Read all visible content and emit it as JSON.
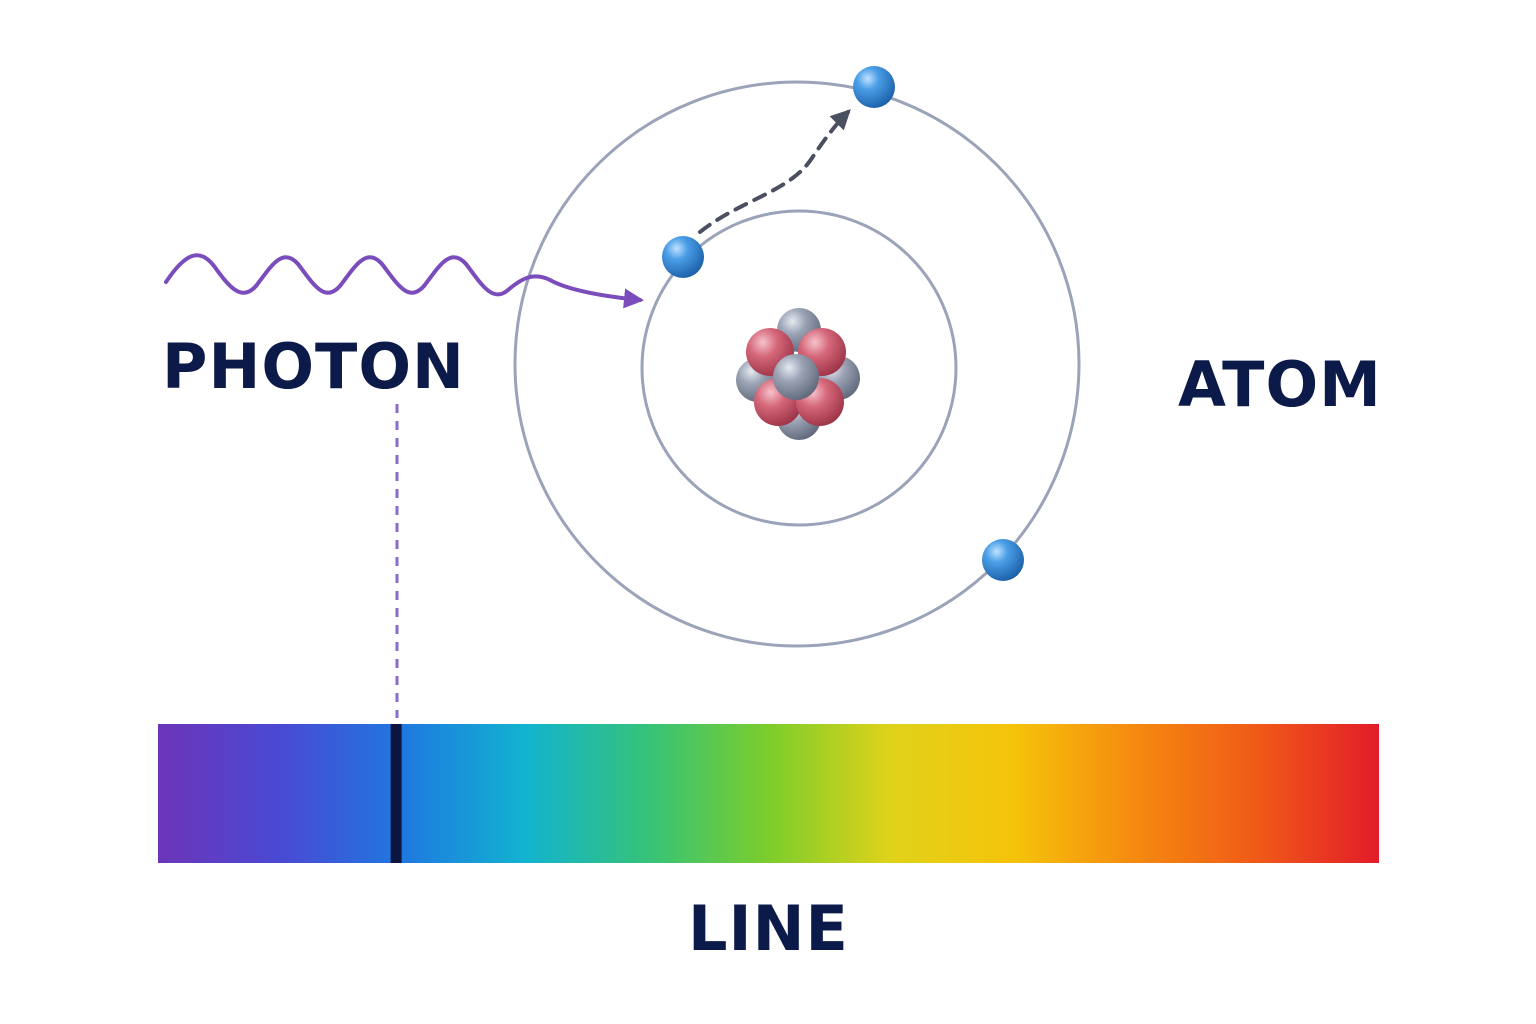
{
  "labels": {
    "photon": "PHOTON",
    "atom": "ATOM",
    "line": "LINE"
  },
  "colors": {
    "label_text": "#0c1a4a",
    "photon_wave": "#7a4cbc",
    "orbit": "#9aa3b8",
    "electron": "#2f86d8",
    "proton": "#d05a6e",
    "neutron": "#8e96aa",
    "jump_arrow": "#4a5060",
    "absorption_line": "#0b1540"
  },
  "spectrum": {
    "gradient_stops": [
      "#6c35b8",
      "#4a49d4",
      "#1f78e0",
      "#12b3d0",
      "#35c27a",
      "#7ccd2c",
      "#e0d21a",
      "#f5c40a",
      "#f58a10",
      "#f05a18",
      "#e21c2a"
    ],
    "absorption_line_position": 0.195
  },
  "icons": {
    "photon": "wavy-arrow",
    "electron_transition": "dashed-curved-arrow",
    "nucleus": "cluster-of-spheres"
  }
}
